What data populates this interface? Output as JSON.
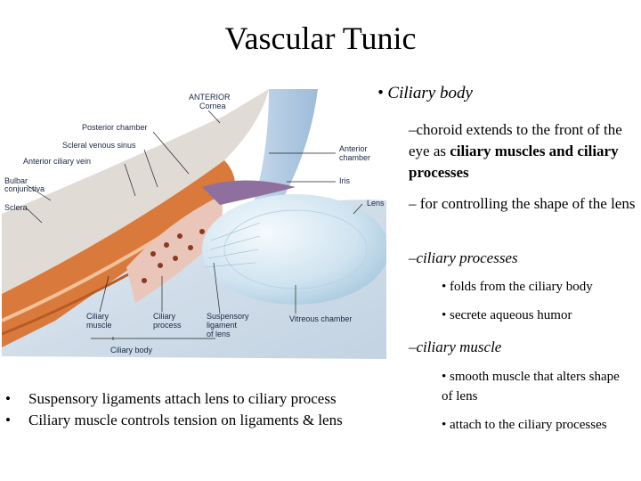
{
  "slide": {
    "title": "Vascular Tunic",
    "heading": "• Ciliary body",
    "p1_pre": "–choroid extends to the front of the eye as ",
    "p1_bold": "ciliary muscles  and ciliary processes",
    "p2": "– for controlling the shape of the lens",
    "sub1": "–ciliary processes",
    "sub1_b1": "• folds from the ciliary body",
    "sub1_b2": "• secrete aqueous humor",
    "sub2": "–ciliary muscle",
    "sub2_b1": "• smooth muscle that alters shape of lens",
    "sub2_b2": "• attach to the ciliary processes",
    "bottom_bullets": [
      "Suspensory ligaments attach lens to ciliary process",
      "Ciliary muscle controls tension on ligaments & lens"
    ],
    "bullet_char": "•"
  },
  "figure": {
    "labels": {
      "anterior": "ANTERIOR",
      "cornea": "Cornea",
      "posterior_chamber": "Posterior chamber",
      "scleral_sinus": "Scleral venous sinus",
      "ant_ciliary_vein": "Anterior ciliary vein",
      "bulbar_1": "Bulbar",
      "bulbar_2": "conjunctiva",
      "sclera": "Sclera",
      "ant_chamber_1": "Anterior",
      "ant_chamber_2": "chamber",
      "iris": "Iris",
      "lens": "Lens",
      "ciliary_muscle_1": "Ciliary",
      "ciliary_muscle_2": "muscle",
      "ciliary_process_1": "Ciliary",
      "ciliary_process_2": "process",
      "suspensory_1": "Suspensory",
      "suspensory_2": "ligament",
      "suspensory_3": "of lens",
      "vitreous": "Vitreous chamber",
      "ciliary_body": "Ciliary body"
    }
  }
}
